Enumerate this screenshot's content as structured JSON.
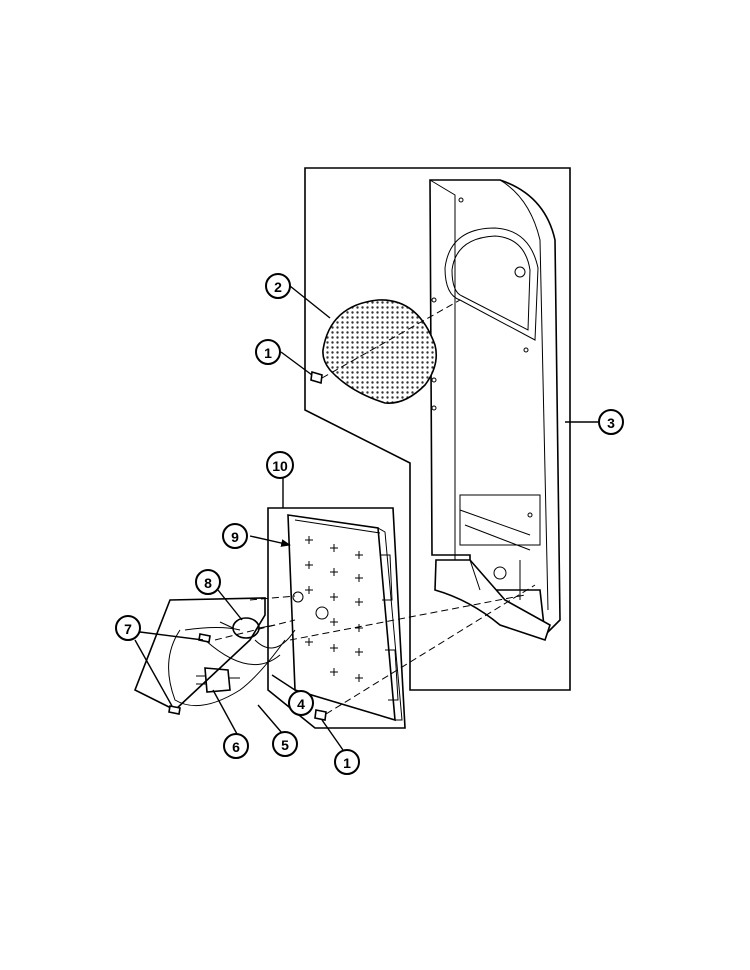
{
  "callouts": {
    "c1a": "1",
    "c1b": "1",
    "c2": "2",
    "c3": "3",
    "c4": "4",
    "c5": "5",
    "c6": "6",
    "c7": "7",
    "c8": "8",
    "c9": "9",
    "c10": "10"
  },
  "colors": {
    "line": "#000000",
    "background": "#ffffff"
  }
}
